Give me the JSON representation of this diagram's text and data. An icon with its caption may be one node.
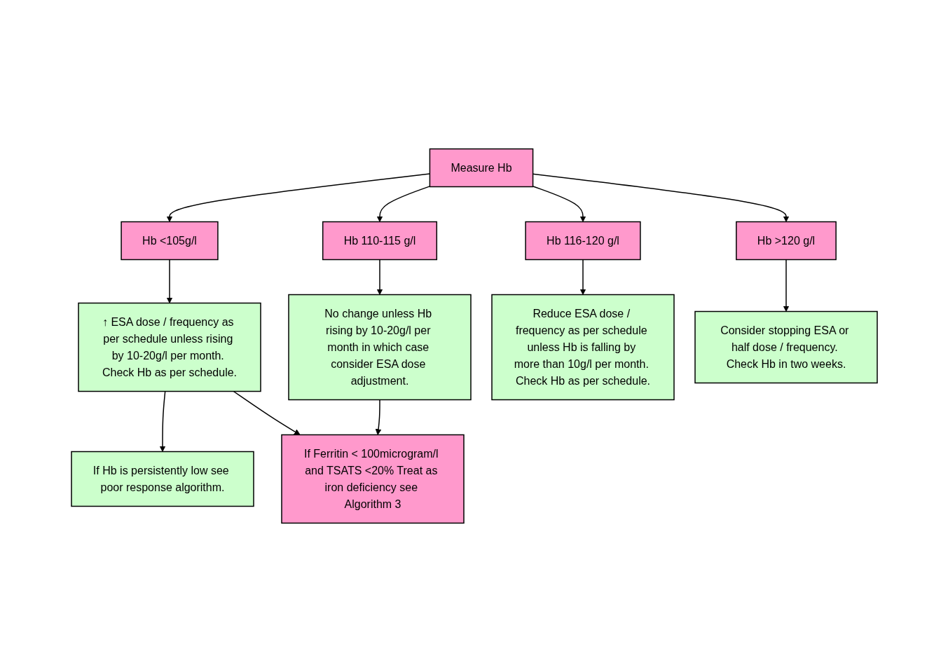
{
  "diagram": {
    "nodes": [
      {
        "text": [
          "Measure Hb"
        ]
      },
      {
        "text": [
          "Hb <105g/l"
        ]
      },
      {
        "text": [
          "Hb 110-115 g/l"
        ]
      },
      {
        "text": [
          "Hb 116-120 g/l"
        ]
      },
      {
        "text": [
          "Hb >120 g/l"
        ]
      },
      {
        "text": [
          "If Hb is persistently low see poor response algorithm."
        ]
      },
      {
        "text": [
          "↑ ESA dose / frequency as per schedule unless rising by 10-20g/l per month. Check Hb as per schedule."
        ]
      },
      {
        "text": [
          "No change unless Hb rising by 10-20g/l per month in which case consider ESA dose adjustment."
        ]
      },
      {
        "text": [
          "Reduce ESA dose / frequency as per schedule unless Hb is falling by more than 10g/l per month. Check Hb as per schedule."
        ]
      },
      {
        "text": [
          "Consider stopping ESA or half dose / frequency. Check Hb in two weeks."
        ]
      },
      {
        "text": [
          "If Ferritin < 100microgram/l and TSATS <20% Treat as iron deficiency see Algorithm 3"
        ]
      }
    ],
    "edges": [
      {
        "from": 0,
        "to": 1,
        "arrow": "to"
      },
      {
        "from": 0,
        "to": 2,
        "arrow": "to"
      },
      {
        "from": 0,
        "to": 3,
        "arrow": "to"
      },
      {
        "from": 0,
        "to": 4,
        "arrow": "to"
      },
      {
        "from": 1,
        "to": 6,
        "arrow": "to"
      },
      {
        "from": 2,
        "to": 7,
        "arrow": "to"
      },
      {
        "from": 3,
        "to": 8,
        "arrow": "to"
      },
      {
        "from": 4,
        "to": 9,
        "arrow": "to"
      },
      {
        "from": 6,
        "to": 5,
        "arrow": "to"
      },
      {
        "from": 6,
        "to": 10,
        "arrow": "to"
      },
      {
        "from": 7,
        "to": 10,
        "arrow": "to"
      }
    ]
  }
}
